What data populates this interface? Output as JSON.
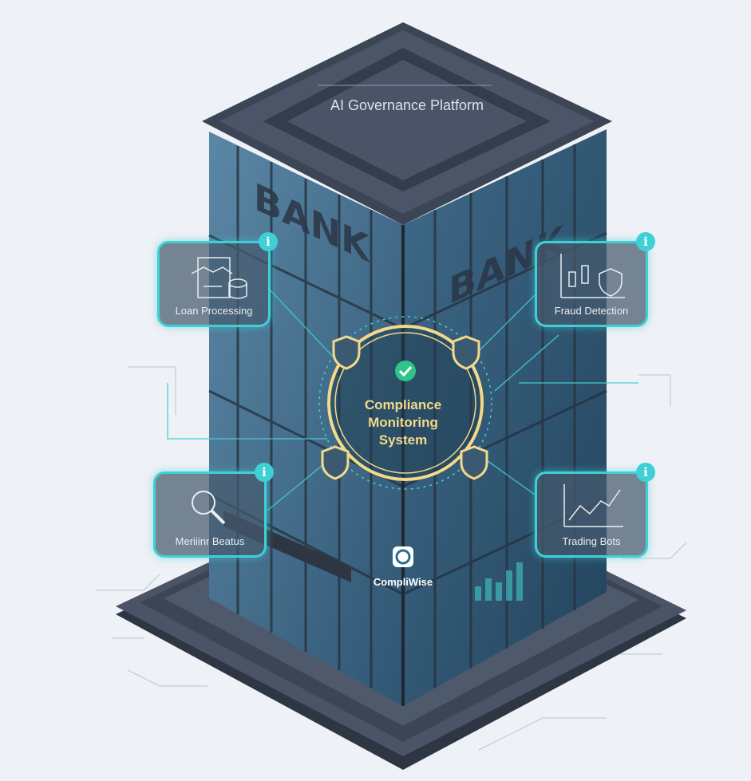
{
  "roof": {
    "title": "AI Governance Platform"
  },
  "building": {
    "left_sign": "BANK",
    "right_sign": "BANK"
  },
  "center": {
    "title": "Compliance Monitoring System",
    "status_icon": "check-circle-icon",
    "accent": "#f3d98a"
  },
  "brand": {
    "name": "CompliWise",
    "icon": "compliwise-logo"
  },
  "cards": [
    {
      "label": "Loan Processing",
      "icon": "handshake-document-icon"
    },
    {
      "label": "Fraud Detection",
      "icon": "candlestick-shield-icon"
    },
    {
      "label": "Meriiinr Beatus",
      "icon": "magnifier-icon"
    },
    {
      "label": "Trading Bots",
      "icon": "line-chart-icon"
    }
  ],
  "colors": {
    "background": "#eef1f5",
    "accent": "#3fd0d6",
    "glass": "#4d7a9a",
    "frame": "#3b4556"
  }
}
